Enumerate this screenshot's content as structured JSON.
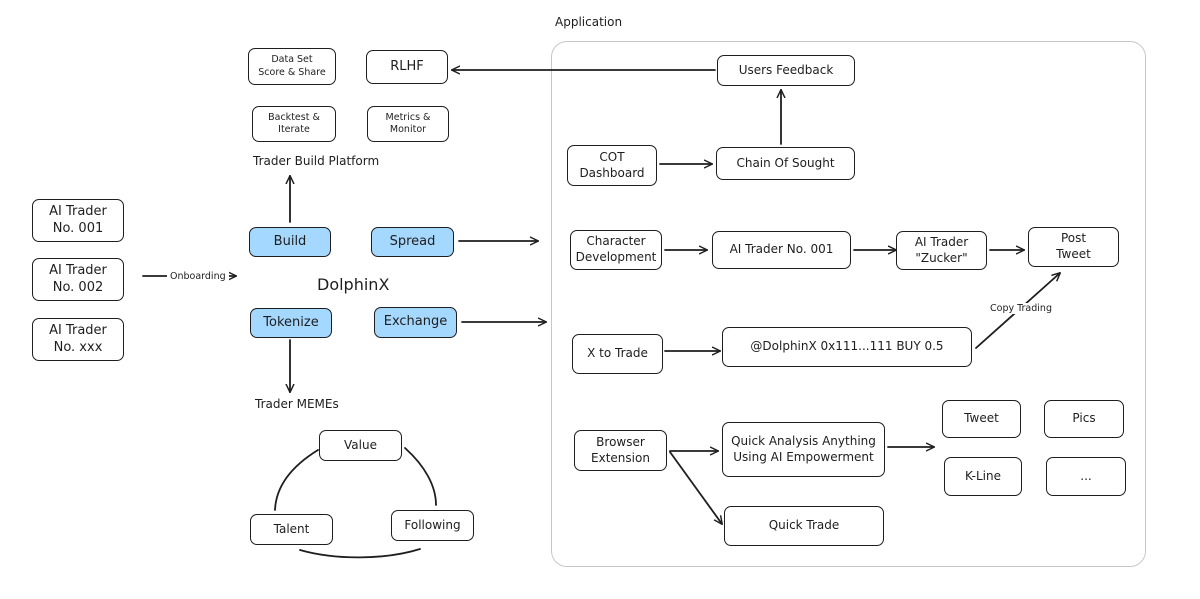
{
  "app_label": "Application",
  "left_traders": [
    "AI Trader\nNo. 001",
    "AI Trader\nNo. 002",
    "AI Trader\nNo. xxx"
  ],
  "onboarding": "Onboarding",
  "center": {
    "title": "DolphinX",
    "build": "Build",
    "spread": "Spread",
    "tokenize": "Tokenize",
    "exchange": "Exchange",
    "trader_memes": "Trader MEMEs"
  },
  "platform": {
    "label": "Trader Build Platform",
    "dataset": "Data Set\nScore & Share",
    "rlhf": "RLHF",
    "backtest": "Backtest &\nIterate",
    "metrics": "Metrics &\nMonitor"
  },
  "cycle": {
    "value": "Value",
    "talent": "Talent",
    "following": "Following"
  },
  "application": {
    "users_feedback": "Users Feedback",
    "cot_dashboard": "COT\nDashboard",
    "chain_of_sought": "Chain Of Sought",
    "character_development": "Character\nDevelopment",
    "ai_trader_001": "AI Trader No. 001",
    "ai_trader_zucker": "AI Trader\n\"Zucker\"",
    "post_tweet": "Post\nTweet",
    "copy_trading": "Copy Trading",
    "x_to_trade": "X to Trade",
    "command": "@DolphinX 0x111...111 BUY 0.5",
    "browser_extension": "Browser\nExtension",
    "quick_analysis": "Quick Analysis Anything\nUsing AI Empowerment",
    "quick_trade": "Quick Trade",
    "tweet": "Tweet",
    "pics": "Pics",
    "kline": "K-Line",
    "more": "..."
  }
}
